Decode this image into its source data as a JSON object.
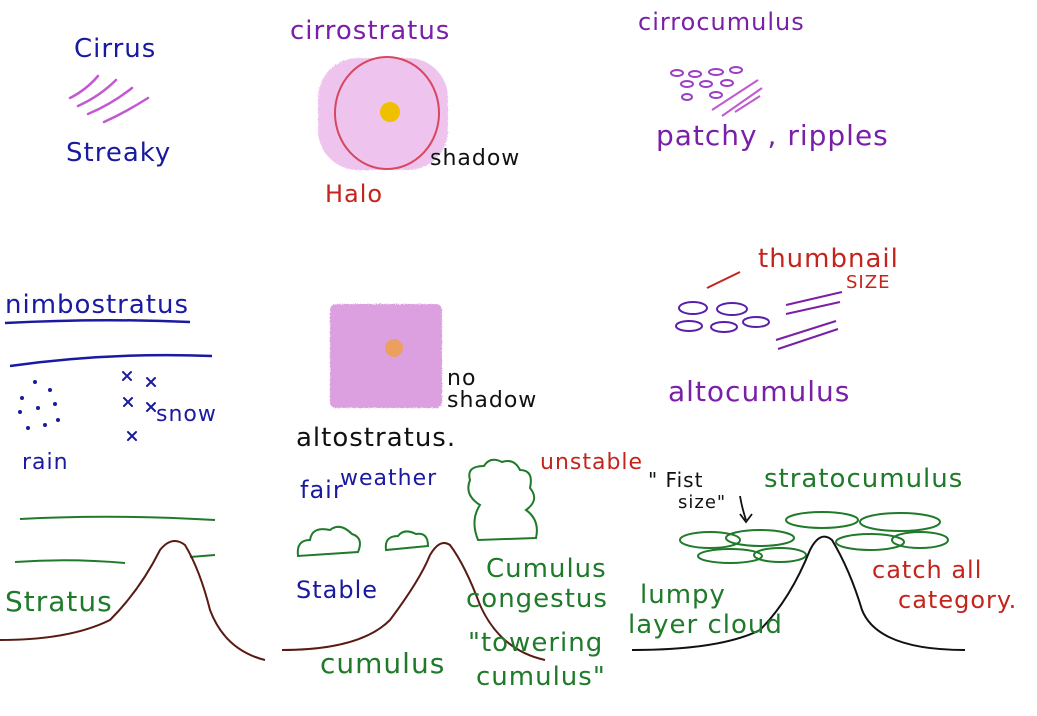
{
  "colors": {
    "blue_ink": "#1a1aa0",
    "purple_ink": "#7a1fa8",
    "green_ink": "#1f7a2a",
    "red_ink": "#c4241c",
    "black_ink": "#111111",
    "brown_ink": "#5a1a14",
    "pink_shading": "#e0a6e6",
    "sun_yellow": "#f0c000"
  },
  "top_row": {
    "cirrus": {
      "title": "Cirrus",
      "note": "Streaky"
    },
    "cirrostratus": {
      "title": "cirrostratus",
      "halo_label": "Halo",
      "shadow_label": "shadow"
    },
    "cirrocumulus": {
      "title": "cirrocumulus",
      "note": "patchy , ripples"
    }
  },
  "middle_row": {
    "nimbostratus": {
      "title": "nimbostratus",
      "rain_label": "rain",
      "snow_label": "snow"
    },
    "altostratus": {
      "title": "altostratus.",
      "note_line1": "no",
      "note_line2": "shadow"
    },
    "altocumulus": {
      "title": "altocumulus",
      "size_line1": "thumbnail",
      "size_line2": "SIZE"
    }
  },
  "bottom_row": {
    "stratus": {
      "title": "Stratus"
    },
    "cumulus": {
      "fair_label_1": "fair",
      "fair_label_2": "weather",
      "stable_label": "Stable",
      "title": "cumulus",
      "unstable_label": "unstable",
      "congestus_line1": "Cumulus",
      "congestus_line2": "congestus",
      "congestus_line3": "\"towering",
      "congestus_line4": "cumulus\""
    },
    "stratocumulus": {
      "title": "stratocumulus",
      "fist_line1": "\" Fist",
      "fist_line2": "size\"",
      "lumpy_line1": "lumpy",
      "lumpy_line2": "layer cloud",
      "catch_line1": "catch all",
      "catch_line2": "category."
    }
  }
}
